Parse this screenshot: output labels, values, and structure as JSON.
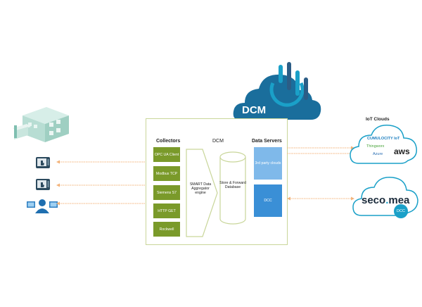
{
  "colors": {
    "collector_green": "#7a9a2a",
    "server_blue": "#3a8fd6",
    "accent_cyan": "#1aa0c8",
    "dcm_cloud": "#1a6e9c",
    "arrow_orange": "#f3b37a"
  },
  "dcm_cloud": {
    "label": "DCM"
  },
  "dcm_box": {
    "collectors_title": "Collectors",
    "dcm_title": "DCM",
    "servers_title": "Data Servers",
    "collectors": [
      "OPC UA Client",
      "Modbus TCP",
      "Siemens S7",
      "HTTP GET",
      "Rockwell"
    ],
    "aggregator_label": "SMART Data Aggregator engine",
    "database_label": "Store & Forward Database",
    "servers": [
      "3rd party clouds",
      "DCC"
    ]
  },
  "iot_clouds": {
    "title": "IoT Clouds",
    "brands": [
      "CUMULOCITY IoT",
      "Thingworx",
      "Azure",
      "aws"
    ]
  },
  "secomea": {
    "label_left": "seco",
    "label_right": "mea",
    "badge": "DCC"
  },
  "icons": {
    "building": "factory-building-icon",
    "device1": "hmi-panel-icon",
    "device2": "hmi-panel-icon",
    "operator": "operator-screen-icon"
  }
}
